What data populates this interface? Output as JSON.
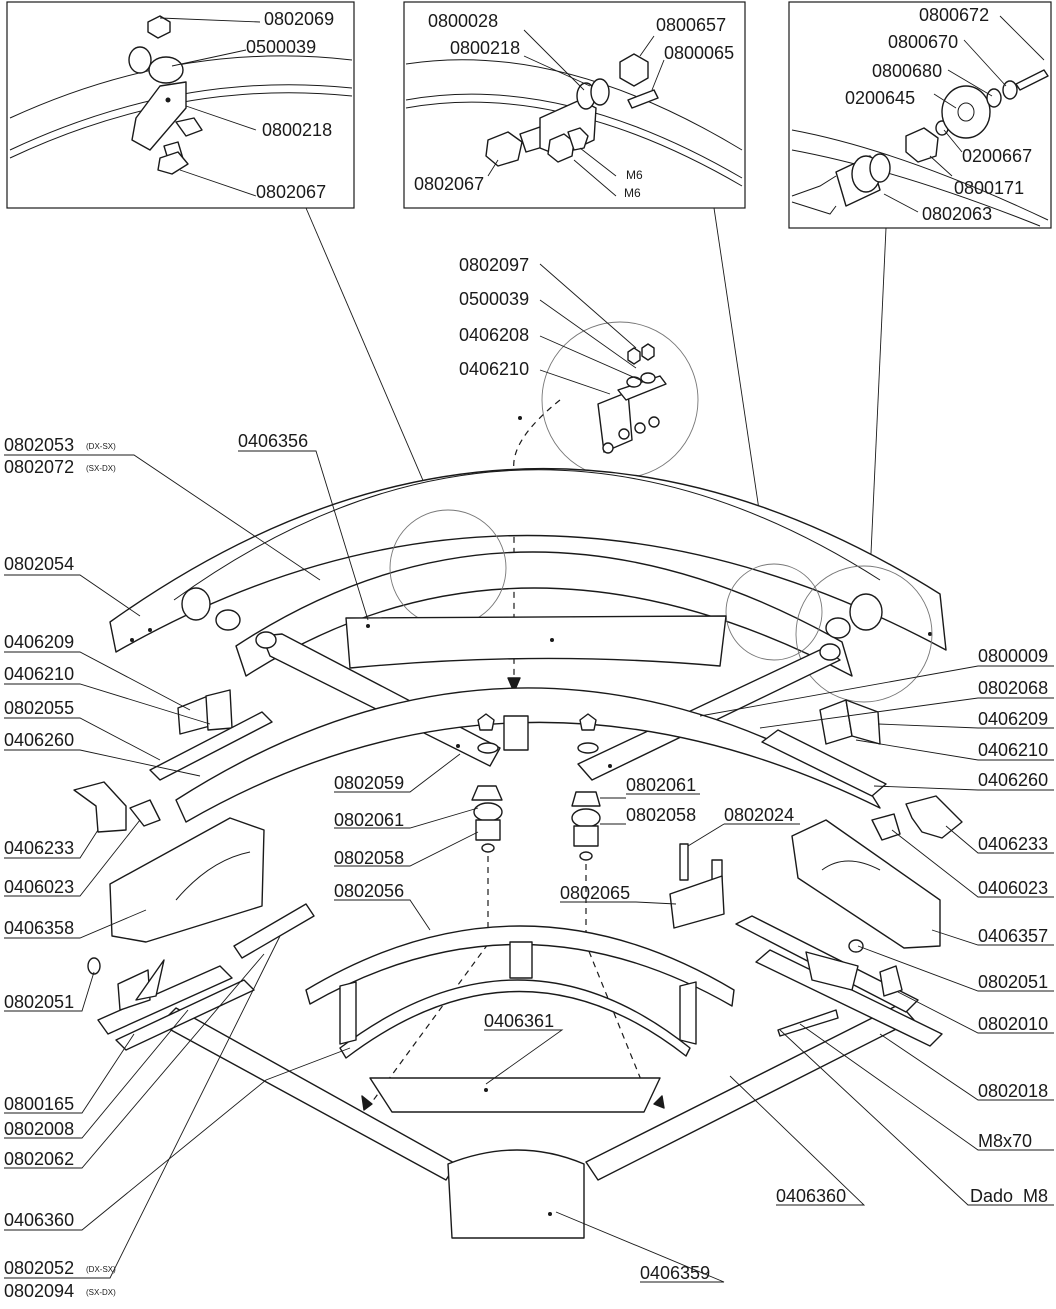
{
  "labels": {
    "d1_0802069": "0802069",
    "d1_0500039": "0500039",
    "d1_0800218": "0800218",
    "d1_0802067": "0802067",
    "d2_0800028": "0800028",
    "d2_0800218": "0800218",
    "d2_0800657": "0800657",
    "d2_0800065": "0800065",
    "d2_0802067": "0802067",
    "d2_m6a": "M6",
    "d2_m6b": "M6",
    "d3_0800672": "0800672",
    "d3_0800670": "0800670",
    "d3_0800680": "0800680",
    "d3_0200645": "0200645",
    "d3_0200667": "0200667",
    "d3_0800171": "0800171",
    "d3_0802063": "0802063",
    "c_0802097": "0802097",
    "c_0500039": "0500039",
    "c_0406208": "0406208",
    "c_0406210": "0406210",
    "l_0802053": "0802053",
    "l_0802053_note": "(DX-SX)",
    "l_0802072": "0802072",
    "l_0802072_note": "(SX-DX)",
    "l_0406356": "0406356",
    "l_0802054": "0802054",
    "l_0406209": "0406209",
    "l_0406210": "0406210",
    "l_0802055": "0802055",
    "l_0406260": "0406260",
    "l_0406233": "0406233",
    "l_0406023": "0406023",
    "l_0406358": "0406358",
    "l_0802051": "0802051",
    "l_0800165": "0800165",
    "l_0802008": "0802008",
    "l_0802062": "0802062",
    "l_0406360": "0406360",
    "l_0802052": "0802052",
    "l_0802052_note": "(DX-SX)",
    "l_0802094": "0802094",
    "l_0802094_note": "(SX-DX)",
    "m_0802059": "0802059",
    "m_0802061a": "0802061",
    "m_0802058a": "0802058",
    "m_0802056": "0802056",
    "m_0802061b": "0802061",
    "m_0802058b": "0802058",
    "m_0802024": "0802024",
    "m_0802065": "0802065",
    "m_0406361": "0406361",
    "m_0406360": "0406360",
    "m_0406359": "0406359",
    "r_0800009": "0800009",
    "r_0802068": "0802068",
    "r_0406209": "0406209",
    "r_0406210": "0406210",
    "r_0406260": "0406260",
    "r_0406233": "0406233",
    "r_0406023": "0406023",
    "r_0406357": "0406357",
    "r_0802051": "0802051",
    "r_0802010": "0802010",
    "r_0802018": "0802018",
    "r_m8x70": "M8x70",
    "r_dado": "Dado  M8"
  }
}
